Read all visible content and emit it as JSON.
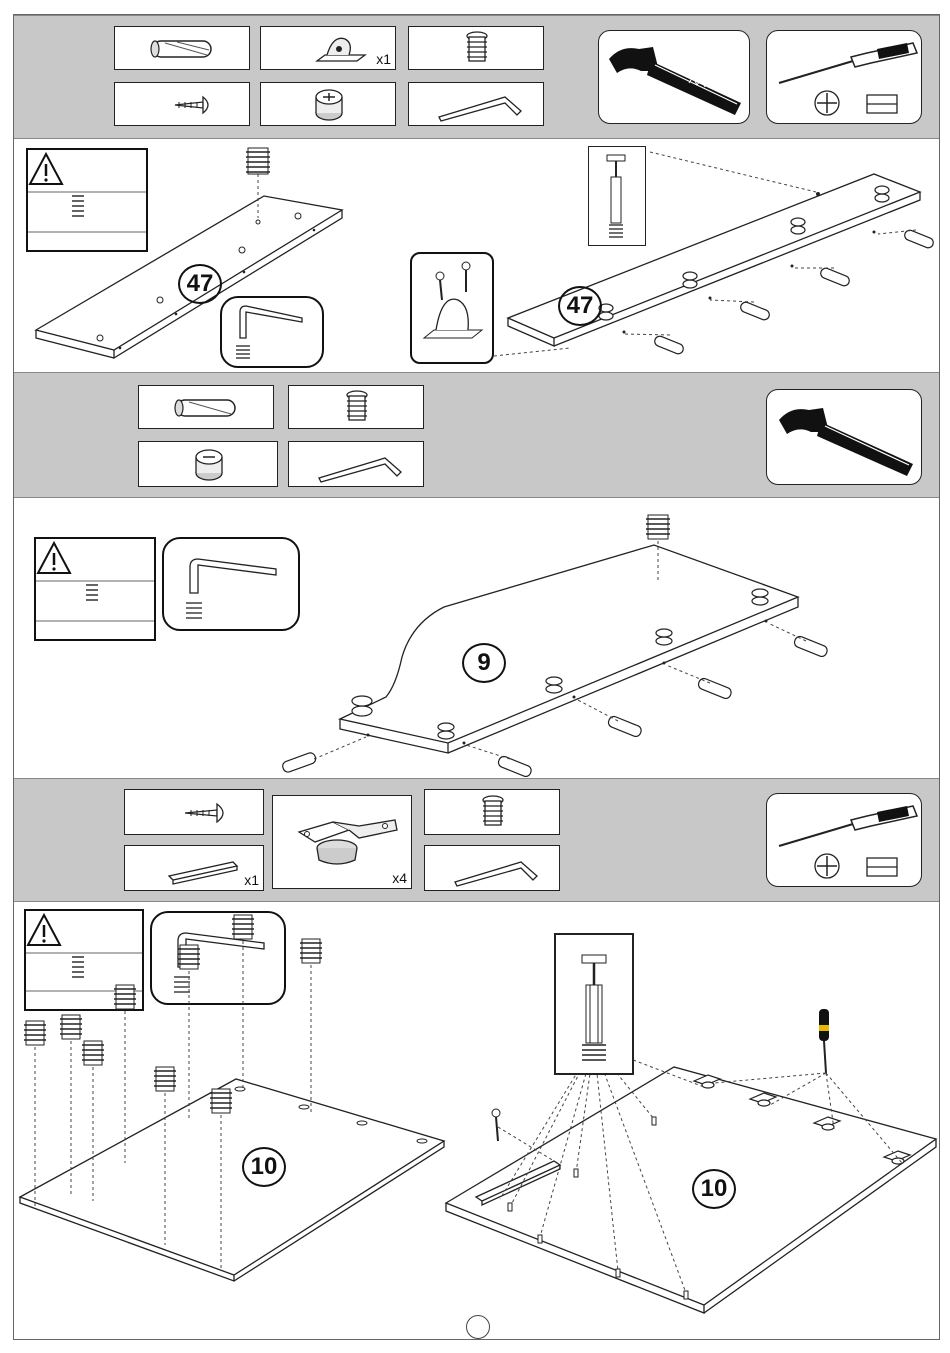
{
  "step1": {
    "quantities": {
      "caster": "x1"
    },
    "panel_number": "47"
  },
  "step2": {
    "panel_number": "9"
  },
  "step3": {
    "quantities": {
      "handle": "x1",
      "hinge": "x4"
    },
    "panel_number": "10"
  },
  "colors": {
    "band": "#c8c8c8",
    "line": "#222222",
    "screwdriver_accent": "#e6b800"
  }
}
